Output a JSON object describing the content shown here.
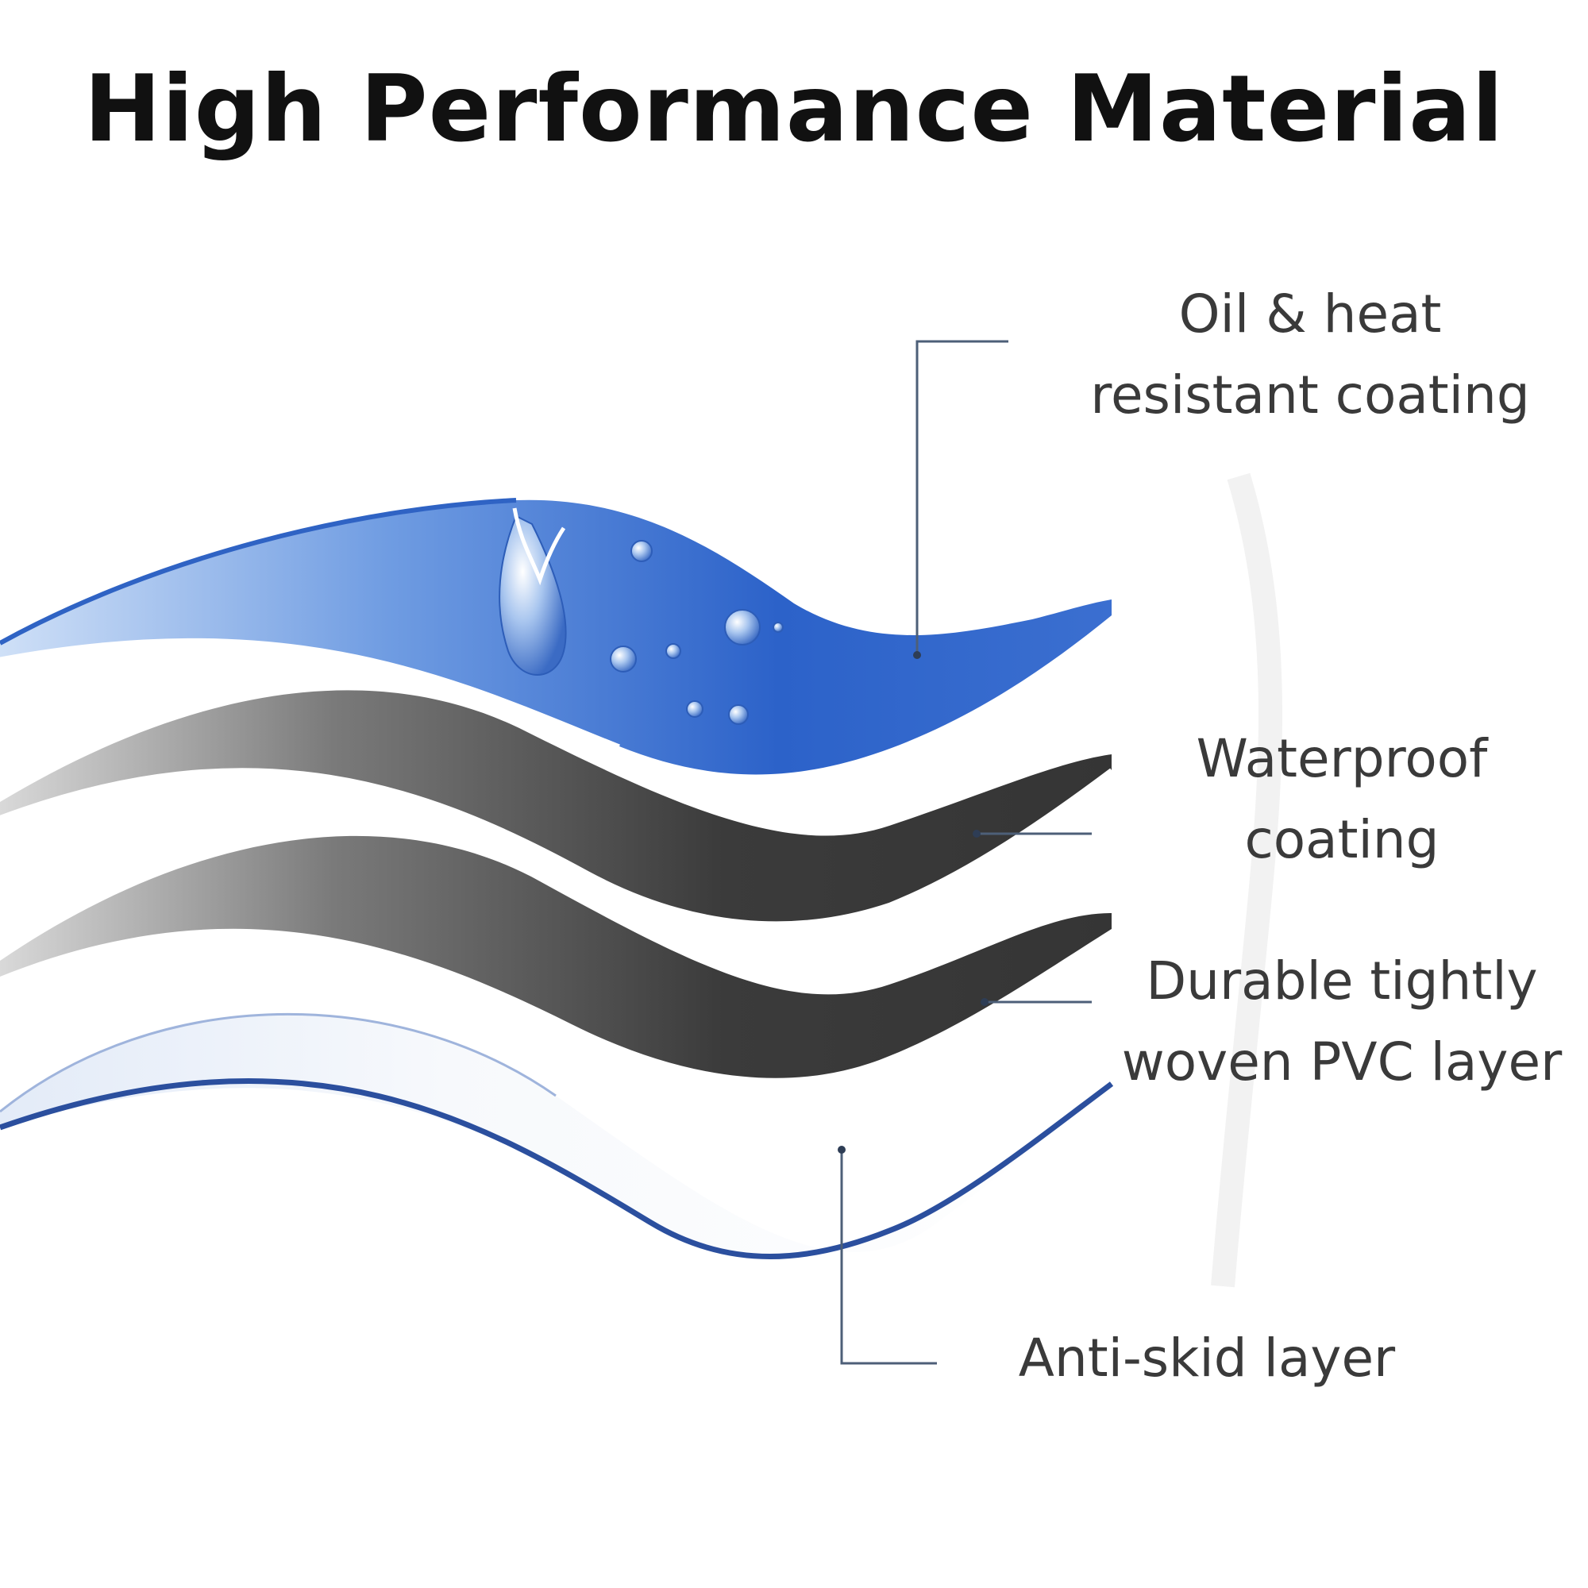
{
  "title": "High Performance Material",
  "colors": {
    "blue_layer": "#2f63c4",
    "dark_layer": "#3a3a3a",
    "white_layer": "#f4f4f6",
    "edge_blue": "#2b4f9e",
    "leader_line": "#4d5f78"
  },
  "layers": [
    {
      "name": "oil-heat-layer",
      "lines": [
        "Oil & heat",
        "resistant coating"
      ]
    },
    {
      "name": "waterproof-layer",
      "lines": [
        "Waterproof",
        "coating"
      ]
    },
    {
      "name": "pvc-layer",
      "lines": [
        "Durable tightly",
        "woven PVC layer"
      ]
    },
    {
      "name": "anti-skid-layer",
      "lines": [
        "Anti-skid layer"
      ]
    }
  ]
}
